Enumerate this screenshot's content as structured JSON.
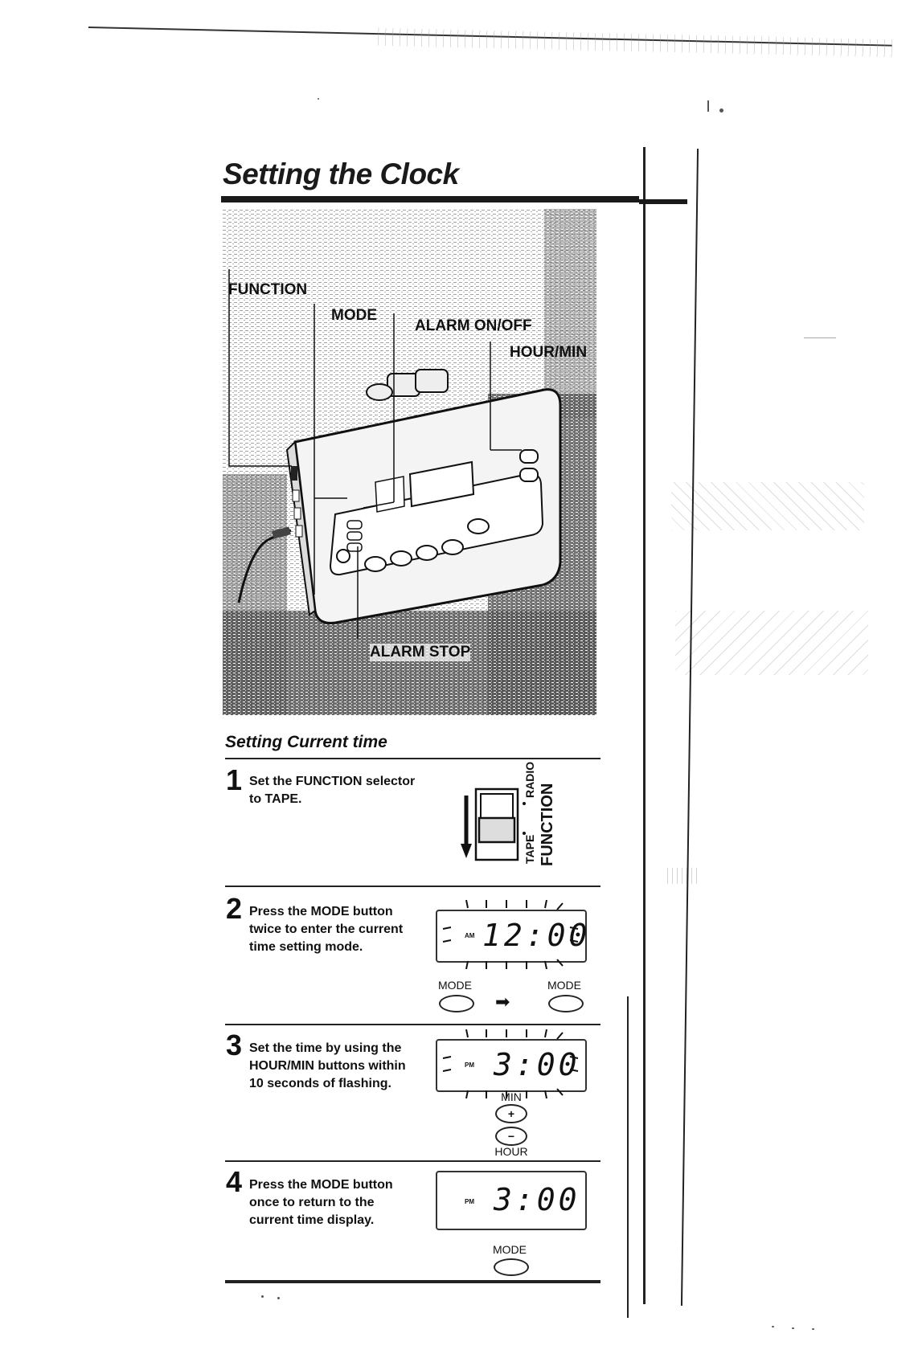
{
  "page": {
    "title": "Setting the Clock"
  },
  "illustration": {
    "callouts": {
      "function": "FUNCTION",
      "mode": "MODE",
      "alarm_on_off": "ALARM ON/OFF",
      "hour_min": "HOUR/MIN",
      "alarm_stop": "ALARM STOP"
    }
  },
  "section": {
    "title": "Setting Current time",
    "steps": [
      {
        "number": "1",
        "text": "Set the FUNCTION selector to TAPE.",
        "figure": {
          "label_function": "FUNCTION",
          "label_tape": "TAPE",
          "label_radio": "RADIO"
        }
      },
      {
        "number": "2",
        "text": "Press the MODE button twice to enter the current time setting mode.",
        "figure": {
          "ampm": "AM",
          "time": "12:00",
          "button_left": "MODE",
          "button_right": "MODE",
          "arrow": "➡"
        }
      },
      {
        "number": "3",
        "text": "Set the time by using the HOUR/MIN buttons within 10 seconds of flashing.",
        "figure": {
          "ampm": "PM",
          "time": "3:00",
          "label_min": "MIN",
          "label_hour": "HOUR",
          "plus": "+",
          "minus": "−"
        }
      },
      {
        "number": "4",
        "text": "Press the MODE button once to return to the current time display.",
        "figure": {
          "ampm": "PM",
          "time": "3:00",
          "button": "MODE"
        }
      }
    ]
  }
}
